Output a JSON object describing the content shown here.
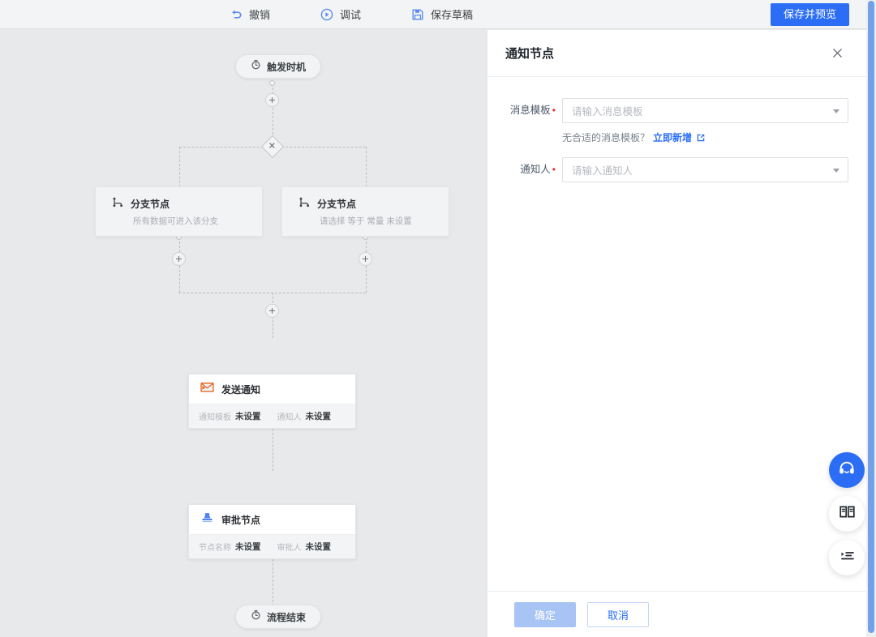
{
  "toolbar": {
    "actions": [
      {
        "label": "撤销",
        "icon": "undo-icon"
      },
      {
        "label": "调试",
        "icon": "play-circle-icon"
      },
      {
        "label": "保存草稿",
        "icon": "save-icon"
      }
    ],
    "save_preview_label": "保存并预览",
    "primary_color": "#2b6ef5"
  },
  "canvas": {
    "start_node": {
      "label": "触发时机",
      "icon": "clock-icon"
    },
    "gateway": {
      "symbol": "✕",
      "name": "exclusive-gateway"
    },
    "branches": [
      {
        "title": "分支节点",
        "subtitle": "所有数据可进入该分支",
        "icon": "branch-icon"
      },
      {
        "title": "分支节点",
        "subtitle": "请选择 等于 常量 未设置",
        "icon": "branch-icon"
      }
    ],
    "nodes": [
      {
        "title": "发送通知",
        "icon": "mail-icon",
        "fields": [
          {
            "key": "通知模板",
            "value": "未设置"
          },
          {
            "key": "通知人",
            "value": "未设置"
          }
        ]
      },
      {
        "title": "审批节点",
        "icon": "approval-stamp-icon",
        "fields": [
          {
            "key": "节点名称",
            "value": "未设置"
          },
          {
            "key": "审批人",
            "value": "未设置"
          }
        ]
      }
    ],
    "end_node": {
      "label": "流程结束",
      "icon": "clock-icon"
    },
    "add_button_label": "+"
  },
  "drawer": {
    "title": "通知节点",
    "close_icon": "close-icon",
    "fields": [
      {
        "label": "消息模板",
        "required": true,
        "placeholder": "请输入消息模板",
        "value": ""
      },
      {
        "label": "通知人",
        "required": true,
        "placeholder": "请输入通知人",
        "value": ""
      }
    ],
    "hint": {
      "text": "无合适的消息模板？",
      "link_label": "立即新增",
      "link_icon": "external-link-icon"
    },
    "footer": {
      "confirm_label": "确定",
      "confirm_disabled": true,
      "cancel_label": "取消"
    }
  },
  "fabs": [
    {
      "icon": "headset-icon",
      "name": "customer-service",
      "primary": true
    },
    {
      "icon": "book-icon",
      "name": "documentation",
      "primary": false
    },
    {
      "icon": "list-icon",
      "name": "shortcuts",
      "primary": false
    }
  ]
}
